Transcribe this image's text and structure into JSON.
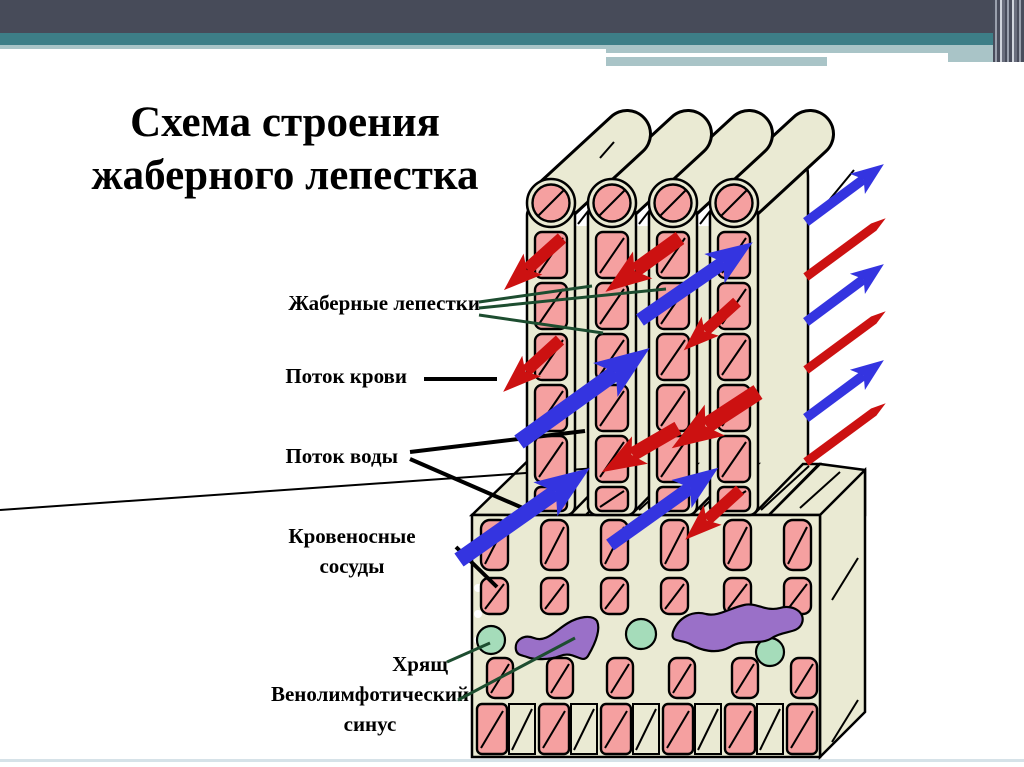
{
  "slide": {
    "title_line1": "Схема строения",
    "title_line2": "жаберного лепестка"
  },
  "labels": {
    "gill_filaments": "Жаберные лепестки",
    "blood_flow": "Поток крови",
    "water_flow": "Поток воды",
    "blood_vessels_line1": "Кровеносные",
    "blood_vessels_line2": "сосуды",
    "cartilage": "Хрящ",
    "sinus_line1": "Венолимфотический",
    "sinus_line2": "синус"
  },
  "colors": {
    "header_dark": "#474b59",
    "header_teal": "#3d7e87",
    "header_light_teal": "#a9c4c7",
    "tissue_cream": "#eaead3",
    "lamella_pink": "#f5a0a0",
    "blood_red": "#cc1111",
    "water_blue": "#3434e0",
    "pointer_green": "#1d4d30",
    "cartilage_green": "#a5dcba",
    "sinus_purple": "#9a70c8",
    "footer_line": "#d6e2e8"
  }
}
